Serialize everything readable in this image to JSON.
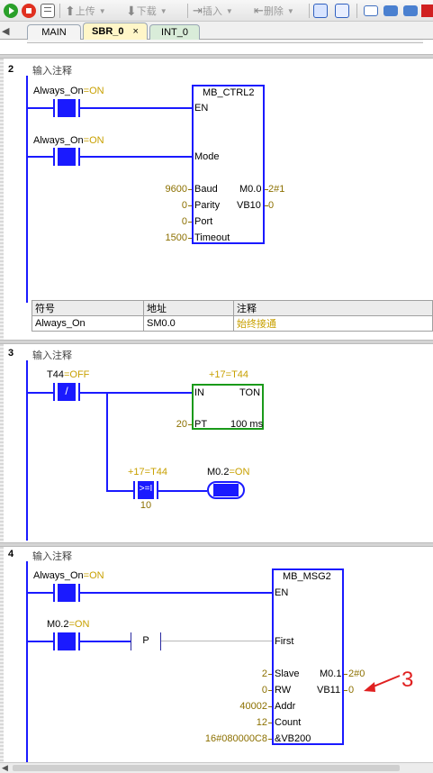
{
  "toolbar": {
    "upload_label": "上传",
    "download_label": "下载",
    "insert_label": "插入",
    "delete_label": "删除"
  },
  "tabs": [
    {
      "label": "MAIN"
    },
    {
      "label": "SBR_0",
      "close": "×"
    },
    {
      "label": "INT_0"
    }
  ],
  "networks": [
    {
      "number": "2",
      "comment": "输入注释",
      "contact1": {
        "label": "Always_On",
        "state": "=ON"
      },
      "contact2": {
        "label": "Always_On",
        "state": "=ON"
      },
      "block": {
        "name": "MB_CTRL2",
        "en": "EN",
        "mode": "Mode",
        "baud": {
          "pin": "Baud",
          "value": "9600"
        },
        "parity": {
          "pin": "Parity",
          "value": "0"
        },
        "port": {
          "pin": "Port",
          "value": "0"
        },
        "timeout": {
          "pin": "Timeout",
          "value": "1500"
        },
        "out1": {
          "pin": "M0.0",
          "value": "2#1"
        },
        "out2": {
          "pin": "VB10",
          "value": "0"
        }
      },
      "symbol_table": {
        "headers": [
          "符号",
          "地址",
          "注释"
        ],
        "rows": [
          [
            "Always_On",
            "SM0.0",
            "始终接通"
          ]
        ]
      }
    },
    {
      "number": "3",
      "comment": "输入注释",
      "contact": {
        "label": "T44",
        "state": "=OFF",
        "glyph": "/"
      },
      "timer_block": {
        "label": "+17=T44",
        "in": "IN",
        "type": "TON",
        "pt": {
          "pin": "PT",
          "value": "20"
        },
        "resolution": "100 ms"
      },
      "compare": {
        "label": "+17=T44",
        "op": ">=I",
        "value": "10"
      },
      "coil": {
        "label": "M0.2",
        "state": "=ON"
      }
    },
    {
      "number": "4",
      "comment": "输入注释",
      "contact1": {
        "label": "Always_On",
        "state": "=ON"
      },
      "contact2": {
        "label": "M0.2",
        "state": "=ON"
      },
      "p_contact": "P",
      "block": {
        "name": "MB_MSG2",
        "en": "EN",
        "first": "First",
        "slave": {
          "pin": "Slave",
          "value": "2"
        },
        "rw": {
          "pin": "RW",
          "value": "0"
        },
        "addr": {
          "pin": "Addr",
          "value": "40002"
        },
        "count": {
          "pin": "Count",
          "value": "12"
        },
        "dataptr": {
          "pin": "&VB200",
          "value": "16#080000C8"
        },
        "out1": {
          "pin": "M0.1",
          "value": "2#0"
        },
        "out2": {
          "pin": "VB11",
          "value": "0"
        }
      }
    }
  ],
  "annotation": {
    "text": "3",
    "color": "#e02020"
  },
  "colors": {
    "ladder_blue": "#1a1aff",
    "value_olive": "#8c7000",
    "on_state": "#c8a000",
    "timer_green": "#1a9a1a"
  }
}
